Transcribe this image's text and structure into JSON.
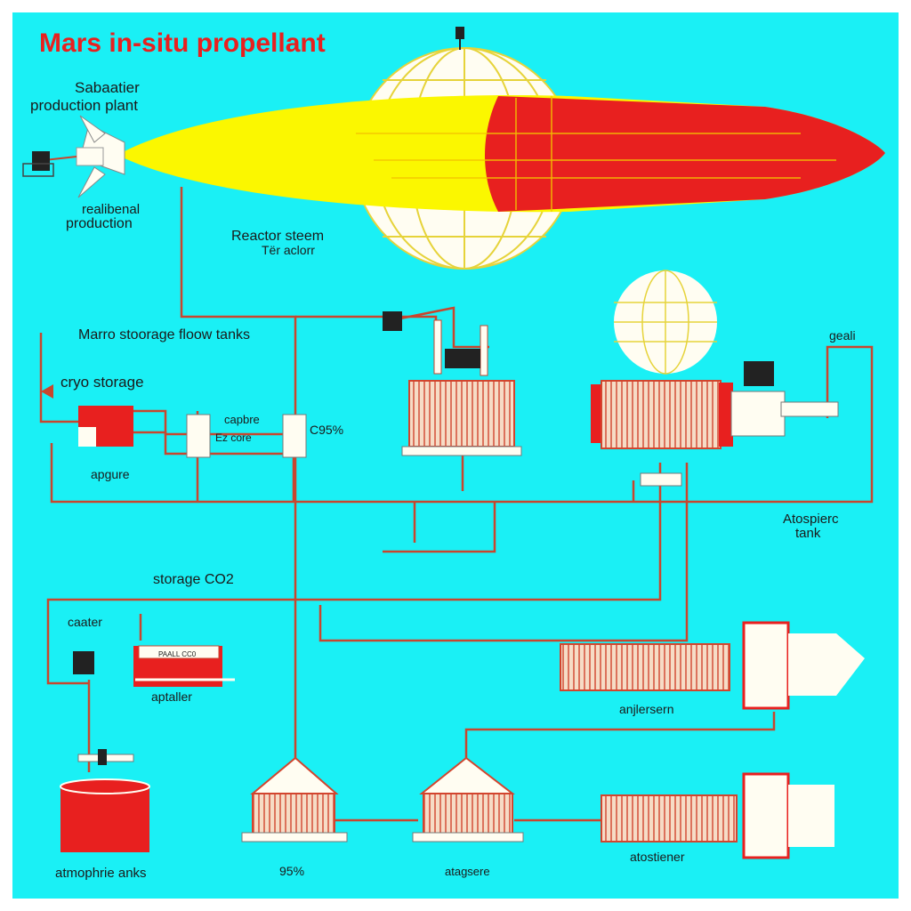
{
  "title": "Mars in-situ propellant",
  "labels": {
    "sabatier_line1": "Sabaatier",
    "sabatier_line2": "production plant",
    "realibenal": "realibenal",
    "production": "production",
    "reactor_steem": "Reactor steem",
    "reactor_sub": "Tёr aclorr",
    "marro_storage": "Marro stoorage floow tanks",
    "cryo_storage": "cryo storage",
    "capbre": "capbre",
    "ezcore": "Ez core",
    "c95": "C95%",
    "apgure": "apgure",
    "geali": "geali",
    "atospierc_1": "Atospierc",
    "atospierc_2": "tank",
    "storage_co2": "storage CO2",
    "caater": "caater",
    "aptaller": "aptaller",
    "anjlersern": "anjlersern",
    "atmophrie_anks": "atmophrie anks",
    "pct95": "95%",
    "atagsere": "atagsere",
    "atostiener": "atostiener",
    "tank_plate": "PAALL CC0"
  },
  "colors": {
    "background": "#1af0f5",
    "title": "#e8201f",
    "pipe": "#c8462e",
    "red": "#e8201f",
    "yellow": "#fbf700",
    "hx_fill": "#f6dcc6",
    "hx_line": "#d2452e",
    "cream": "#fffdf2"
  }
}
